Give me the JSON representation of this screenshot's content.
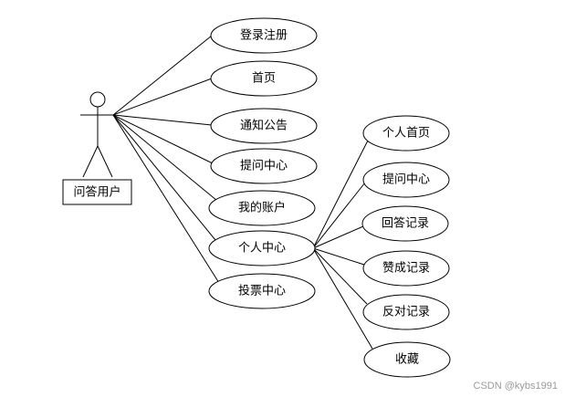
{
  "actor": {
    "label": "问答用户"
  },
  "use_cases": [
    {
      "id": "login",
      "label": "登录注册"
    },
    {
      "id": "home",
      "label": "首页"
    },
    {
      "id": "notice",
      "label": "通知公告"
    },
    {
      "id": "ask",
      "label": "提问中心"
    },
    {
      "id": "account",
      "label": "我的账户"
    },
    {
      "id": "personal",
      "label": "个人中心"
    },
    {
      "id": "vote",
      "label": "投票中心"
    }
  ],
  "sub_use_cases": {
    "parent": "personal",
    "items": [
      {
        "id": "p_home",
        "label": "个人首页"
      },
      {
        "id": "p_ask",
        "label": "提问中心"
      },
      {
        "id": "p_answers",
        "label": "回答记录"
      },
      {
        "id": "p_likes",
        "label": "赞成记录"
      },
      {
        "id": "p_dislikes",
        "label": "反对记录"
      },
      {
        "id": "p_fav",
        "label": "收藏"
      }
    ]
  },
  "watermark": "CSDN @kybs1991"
}
